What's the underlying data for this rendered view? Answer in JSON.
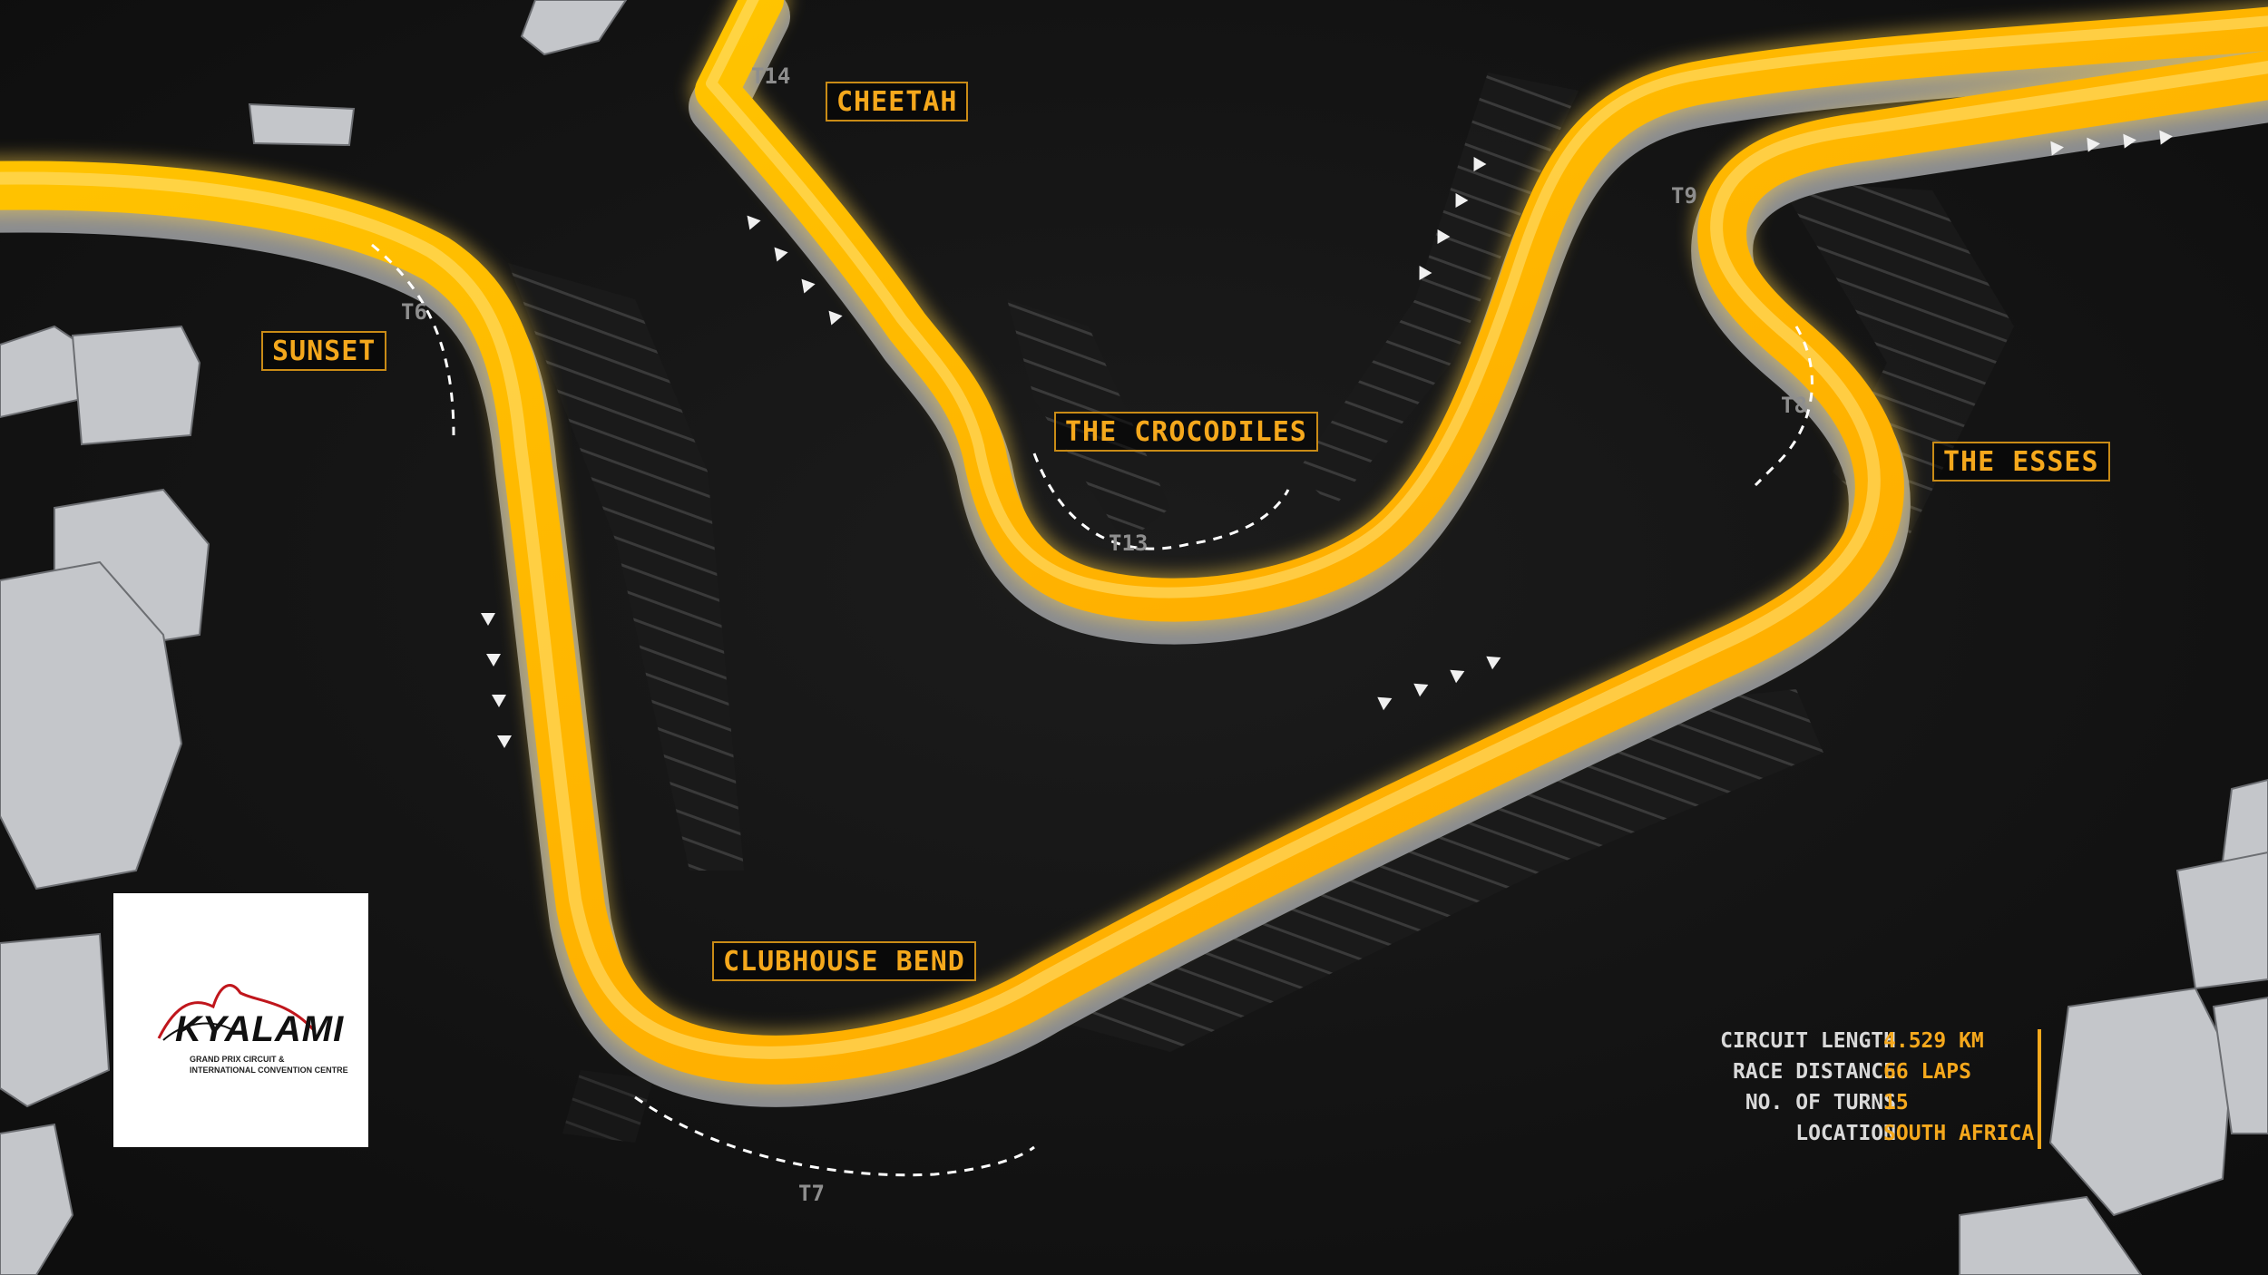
{
  "corners": {
    "cheetah": "CHEETAH",
    "sunset": "SUNSET",
    "crocodiles": "THE CROCODILES",
    "esses": "THE ESSES",
    "clubhouse": "CLUBHOUSE BEND"
  },
  "turns": {
    "t6": "T6",
    "t7": "T7",
    "t8": "T8",
    "t9": "T9",
    "t13": "T13",
    "t14": "T14"
  },
  "logo": {
    "word": "KYALAMI",
    "line1": "GRAND PRIX CIRCUIT &",
    "line2": "INTERNATIONAL CONVENTION CENTRE"
  },
  "stats": [
    {
      "label": "CIRCUIT LENGTH",
      "value": "4.529 KM"
    },
    {
      "label": "RACE DISTANCE",
      "value": "66 LAPS"
    },
    {
      "label": "NO. OF TURNS",
      "value": "15"
    },
    {
      "label": "LOCATION",
      "value": "SOUTH AFRICA"
    }
  ],
  "colors": {
    "track": "#ffb400",
    "track_glow": "#ffd24a",
    "label": "#f5a81c",
    "background": "#141414"
  },
  "icons": {
    "direction": "direction-arrow-icon"
  }
}
